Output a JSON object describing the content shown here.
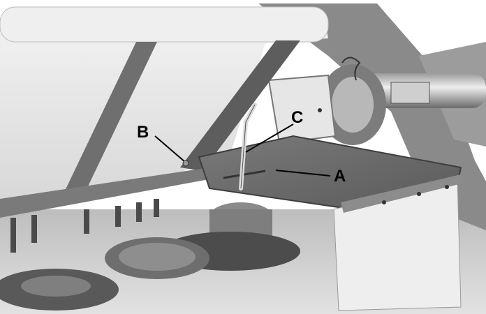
{
  "image": {
    "subject": "mower-conditioner-machinery-photo",
    "grayscale": true,
    "callouts": [
      {
        "id": "A",
        "label": "A"
      },
      {
        "id": "B",
        "label": "B"
      },
      {
        "id": "C",
        "label": "C"
      }
    ]
  },
  "colors": {
    "background": "#ffffff",
    "label": "#000000",
    "leader_line": "#000000"
  }
}
